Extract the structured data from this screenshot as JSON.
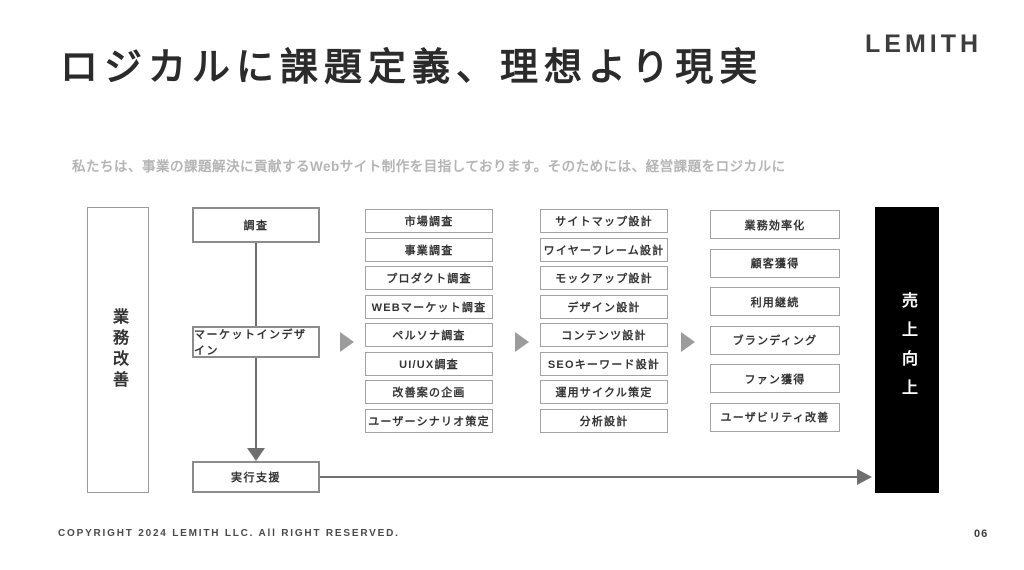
{
  "slide": {
    "title": "ロジカルに課題定義、理想より現実",
    "logo": "LEMITH",
    "subtitle": "私たちは、事業の課題解決に貢献するWebサイト制作を目指しております。そのためには、経営課題をロジカルに",
    "footer": {
      "copyright": "COPYRIGHT 2024 LEMITH LLC. All RIGHT RESERVED.",
      "page_number": "06"
    }
  },
  "diagram": {
    "left_box_label": "業務改善",
    "goal_box_label": "売上向上",
    "stages": {
      "research": "調査",
      "market_in_design": "マーケットインデザイン",
      "execution_support": "実行支援"
    },
    "research_items": [
      "市場調査",
      "事業調査",
      "プロダクト調査",
      "WEBマーケット調査",
      "ペルソナ調査",
      "UI/UX調査",
      "改善案の企画",
      "ユーザーシナリオ策定"
    ],
    "design_items": [
      "サイトマップ設計",
      "ワイヤーフレーム設計",
      "モックアップ設計",
      "デザイン設計",
      "コンテンツ設計",
      "SEOキーワード設計",
      "運用サイクル策定",
      "分析設計"
    ],
    "outcome_items": [
      "業務効率化",
      "顧客獲得",
      "利用継続",
      "ブランディング",
      "ファン獲得",
      "ユーザビリティ改善"
    ],
    "colors": {
      "goal_bg": "#000000",
      "arrow": "#6f6f6f",
      "column_arrow": "#9c9c9c",
      "box_border": "#a3a3a3",
      "box_text": "#333333",
      "subtitle_text": "#b5b5b5"
    }
  }
}
